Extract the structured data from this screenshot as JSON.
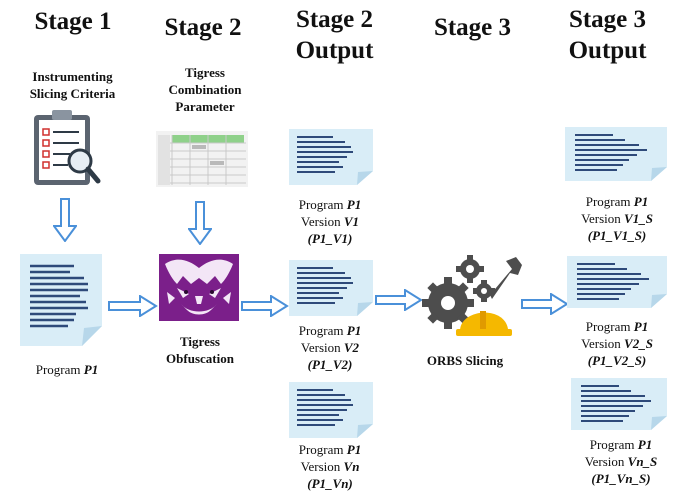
{
  "stages": {
    "s1": "Stage 1",
    "s2": "Stage 2",
    "s2_out_l1": "Stage 2",
    "s2_out_l2": "Output",
    "s3": "Stage 3",
    "s3_out_l1": "Stage 3",
    "s3_out_l2": "Output"
  },
  "stage1": {
    "criteria_l1": "Instrumenting",
    "criteria_l2": "Slicing Criteria",
    "program_prefix": "Program ",
    "program_name": "P1"
  },
  "stage2": {
    "param_l1": "Tigress",
    "param_l2": "Combination",
    "param_l3": "Parameter",
    "obf_l1": "Tigress",
    "obf_l2": "Obfuscation"
  },
  "stage2_output": [
    {
      "prog_prefix": "Program ",
      "prog": "P1",
      "ver_prefix": "Version ",
      "ver": "V1",
      "tag": "(P1_V1)"
    },
    {
      "prog_prefix": "Program ",
      "prog": "P1",
      "ver_prefix": "Version ",
      "ver": "V2",
      "tag": "(P1_V2)"
    },
    {
      "prog_prefix": "Program ",
      "prog": "P1",
      "ver_prefix": "Version ",
      "ver": "Vn",
      "tag": "(P1_Vn)"
    }
  ],
  "stage3": {
    "label": "ORBS Slicing"
  },
  "stage3_output": [
    {
      "prog_prefix": "Program ",
      "prog": "P1",
      "ver_prefix": "Version ",
      "ver": "V1_S",
      "tag": "(P1_V1_S)"
    },
    {
      "prog_prefix": "Program ",
      "prog": "P1",
      "ver_prefix": "Version ",
      "ver": "V2_S",
      "tag": "(P1_V2_S)"
    },
    {
      "prog_prefix": "Program ",
      "prog": "P1",
      "ver_prefix": "Version ",
      "ver": "Vn_S",
      "tag": "(P1_Vn_S)"
    }
  ],
  "colors": {
    "doc_fill": "#d9edf7",
    "doc_lines": "#2e4a7a",
    "arrow": "#4a90d9",
    "tiger_bg": "#7b1f8a",
    "gear": "#4d4d4d",
    "helmet": "#f5b800"
  },
  "icons": [
    "clipboard-checklist-icon",
    "spreadsheet-icon",
    "tiger-icon",
    "gears-helmet-icon",
    "document-icon"
  ]
}
